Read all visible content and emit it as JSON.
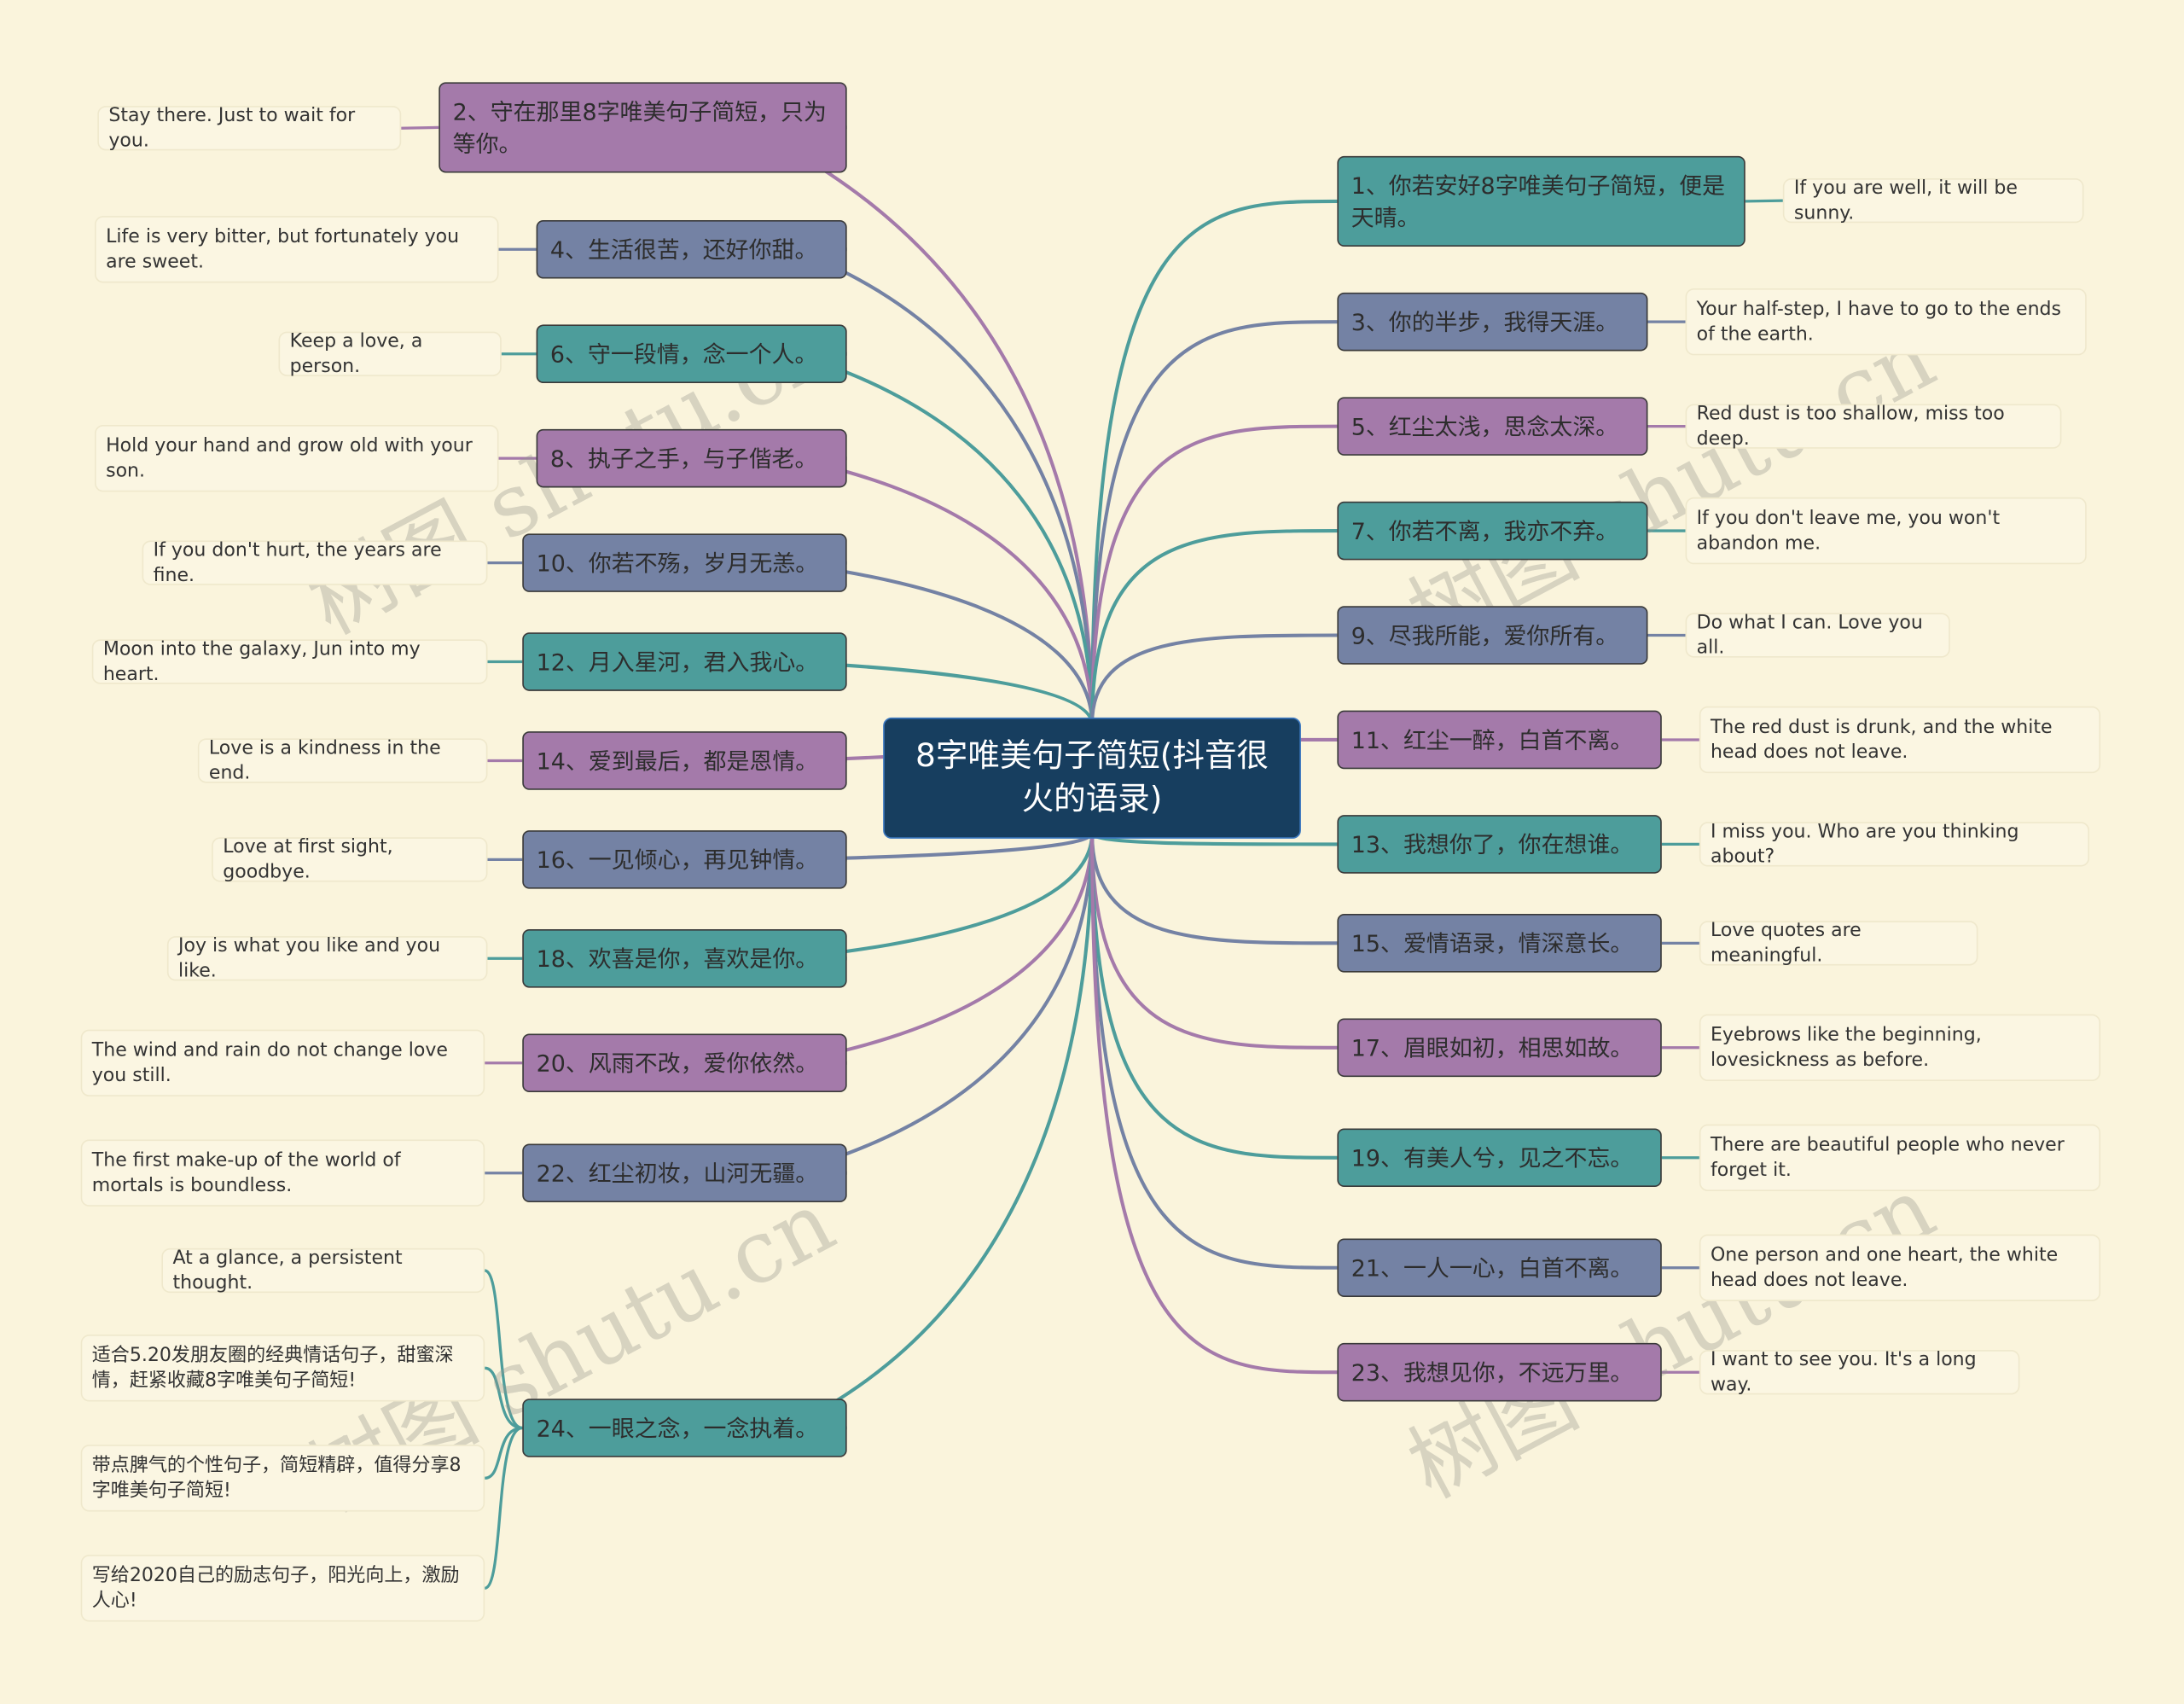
{
  "title": "8字唯美句子简短(抖音很火的语录)",
  "colors": {
    "background": "#faf4dc",
    "center": "#173e5f",
    "purple": "#a47aaa",
    "slate": "#7482a4",
    "teal": "#4d9d9b"
  },
  "watermark": "树图 shutu.cn",
  "left_topics": [
    {
      "label": "2、守在那里8字唯美句子简短，只为等你。",
      "color": "purple",
      "leaves": [
        "Stay there. Just to wait for you."
      ]
    },
    {
      "label": "4、生活很苦，还好你甜。",
      "color": "slate",
      "leaves": [
        "Life is very bitter, but fortunately you are sweet."
      ]
    },
    {
      "label": "6、守一段情，念一个人。",
      "color": "teal",
      "leaves": [
        "Keep a love, a person."
      ]
    },
    {
      "label": "8、执子之手，与子偕老。",
      "color": "purple",
      "leaves": [
        "Hold your hand and grow old with your son."
      ]
    },
    {
      "label": "10、你若不殇，岁月无恙。",
      "color": "slate",
      "leaves": [
        "If you don't hurt, the years are fine."
      ]
    },
    {
      "label": "12、月入星河，君入我心。",
      "color": "teal",
      "leaves": [
        "Moon into the galaxy, Jun into my heart."
      ]
    },
    {
      "label": "14、爱到最后，都是恩情。",
      "color": "purple",
      "leaves": [
        "Love is a kindness in the end."
      ]
    },
    {
      "label": "16、一见倾心，再见钟情。",
      "color": "slate",
      "leaves": [
        "Love at first sight, goodbye."
      ]
    },
    {
      "label": "18、欢喜是你，喜欢是你。",
      "color": "teal",
      "leaves": [
        "Joy is what you like and you like."
      ]
    },
    {
      "label": "20、风雨不改，爱你依然。",
      "color": "purple",
      "leaves": [
        "The wind and rain do not change love you still."
      ]
    },
    {
      "label": "22、红尘初妆，山河无疆。",
      "color": "slate",
      "leaves": [
        "The first make-up of the world of mortals is boundless."
      ]
    },
    {
      "label": "24、一眼之念，一念执着。",
      "color": "teal",
      "leaves": [
        "At a glance, a persistent thought.",
        "适合5.20发朋友圈的经典情话句子，甜蜜深情，赶紧收藏8字唯美句子简短!",
        "带点脾气的个性句子，简短精辟，值得分享8字唯美句子简短!",
        "写给2020自己的励志句子，阳光向上，激励人心!"
      ]
    }
  ],
  "right_topics": [
    {
      "label": "1、你若安好8字唯美句子简短，便是天晴。",
      "color": "teal",
      "leaves": [
        "If you are well, it will be sunny."
      ]
    },
    {
      "label": "3、你的半步，我得天涯。",
      "color": "slate",
      "leaves": [
        "Your half-step, I have to go to the ends of the earth."
      ]
    },
    {
      "label": "5、红尘太浅，思念太深。",
      "color": "purple",
      "leaves": [
        "Red dust is too shallow, miss too deep."
      ]
    },
    {
      "label": "7、你若不离，我亦不弃。",
      "color": "teal",
      "leaves": [
        "If you don't leave me, you won't abandon me."
      ]
    },
    {
      "label": "9、尽我所能，爱你所有。",
      "color": "slate",
      "leaves": [
        "Do what I can. Love you all."
      ]
    },
    {
      "label": "11、红尘一醉，白首不离。",
      "color": "purple",
      "leaves": [
        "The red dust is drunk, and the white head does not leave."
      ]
    },
    {
      "label": "13、我想你了，你在想谁。",
      "color": "teal",
      "leaves": [
        "I miss you. Who are you thinking about?"
      ]
    },
    {
      "label": "15、爱情语录，情深意长。",
      "color": "slate",
      "leaves": [
        "Love quotes are meaningful."
      ]
    },
    {
      "label": "17、眉眼如初，相思如故。",
      "color": "purple",
      "leaves": [
        "Eyebrows like the beginning, lovesickness as before."
      ]
    },
    {
      "label": "19、有美人兮，见之不忘。",
      "color": "teal",
      "leaves": [
        "There are beautiful people who never forget it."
      ]
    },
    {
      "label": "21、一人一心，白首不离。",
      "color": "slate",
      "leaves": [
        "One person and one heart, the white head does not leave."
      ]
    },
    {
      "label": "23、我想见你，不远万里。",
      "color": "purple",
      "leaves": [
        "I want to see you. It's a long way."
      ]
    }
  ]
}
